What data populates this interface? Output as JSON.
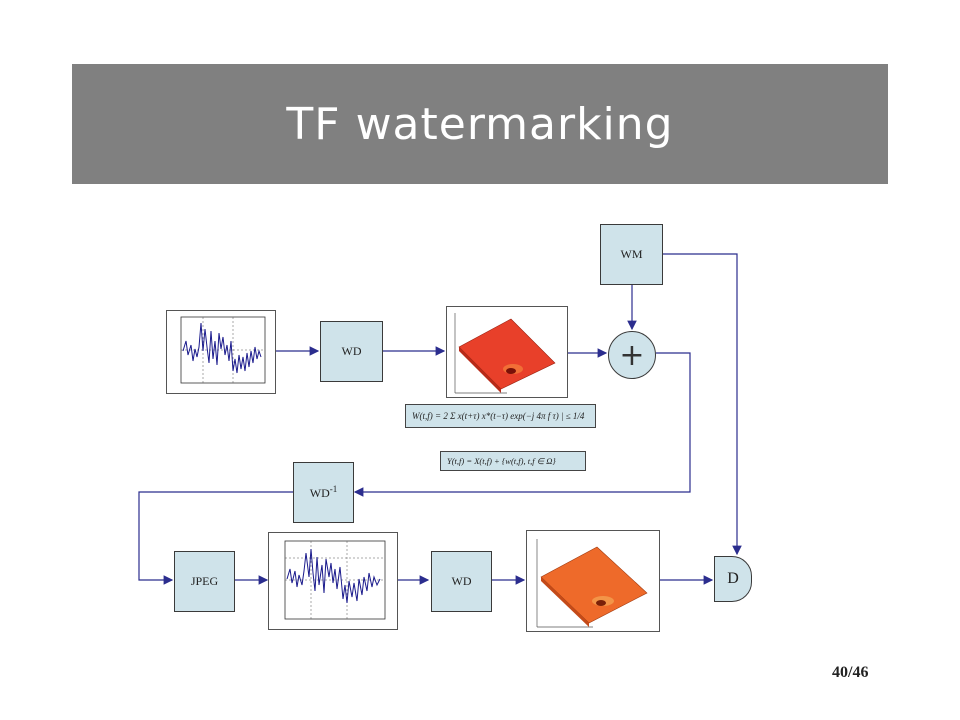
{
  "slide": {
    "title": "TF watermarking",
    "page_number": "40/46"
  },
  "blocks": {
    "wm": "WM",
    "wd_top": "WD",
    "wd_inverse": "WD",
    "wd_inverse_sup": "-1",
    "jpeg": "JPEG",
    "wd_bottom": "WD",
    "plus": "+",
    "detector": "D"
  },
  "formulas": {
    "wigner": "W(t,f) = 2 Σ x(t+τ) x*(t−τ) exp(−j 4π f τ) | ≤ 1/4",
    "watermarked": "Y(t,f) = X(t,f) + {w(t,f), t,f ∈ Ω}"
  },
  "colors": {
    "title_bg": "#808080",
    "block_fill": "#cfe3ea",
    "wire": "#2b2d8e",
    "signal": "#1a1a8c",
    "tf_surface": "#e8402a"
  }
}
